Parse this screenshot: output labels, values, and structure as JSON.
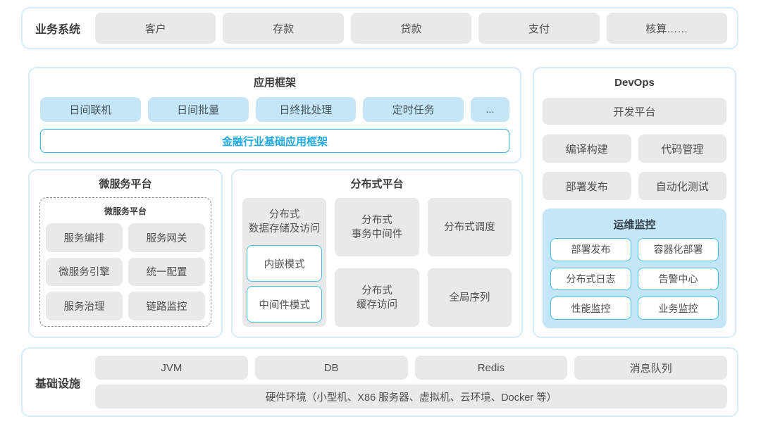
{
  "colors": {
    "card_border": "#d5edf7",
    "gray_box": "#e9e9e9",
    "light_blue_box": "#c4e6f7",
    "cyan_accent_border": "#49c0e8",
    "cyan_accent_text": "#1fa9e0",
    "title_text": "#3d3d3d"
  },
  "business_systems": {
    "label": "业务系统",
    "items": [
      "客户",
      "存款",
      "贷款",
      "支付",
      "核算……"
    ]
  },
  "app_framework": {
    "title": "应用框架",
    "modules": [
      "日间联机",
      "日间批量",
      "日终批处理",
      "定时任务",
      "..."
    ],
    "base_label": "金融行业基础应用框架"
  },
  "microservice_platform": {
    "title": "微服务平台",
    "inner_title": "微服务平台",
    "items": [
      "服务编排",
      "服务网关",
      "微服务引擎",
      "统一配置",
      "服务治理",
      "链路监控"
    ]
  },
  "distributed_platform": {
    "title": "分布式平台",
    "storage": {
      "label": "分布式\n数据存储及访问",
      "modes": [
        "内嵌模式",
        "中间件模式"
      ]
    },
    "columns": [
      {
        "top": "分布式\n事务中间件",
        "bottom": "分布式\n缓存访问"
      },
      {
        "top": "分布式调度",
        "bottom": "全局序列"
      }
    ]
  },
  "devops": {
    "title": "DevOps",
    "platform": "开发平台",
    "tools": [
      "编译构建",
      "代码管理",
      "部署发布",
      "自动化测试"
    ],
    "monitoring": {
      "title": "运维监控",
      "items": [
        "部署发布",
        "容器化部署",
        "分布式日志",
        "告警中心",
        "性能监控",
        "业务监控"
      ]
    }
  },
  "infrastructure": {
    "label": "基础设施",
    "items": [
      "JVM",
      "DB",
      "Redis",
      "消息队列"
    ],
    "hardware": "硬件环境（小型机、X86 服务器、虚拟机、云环境、Docker 等）"
  }
}
